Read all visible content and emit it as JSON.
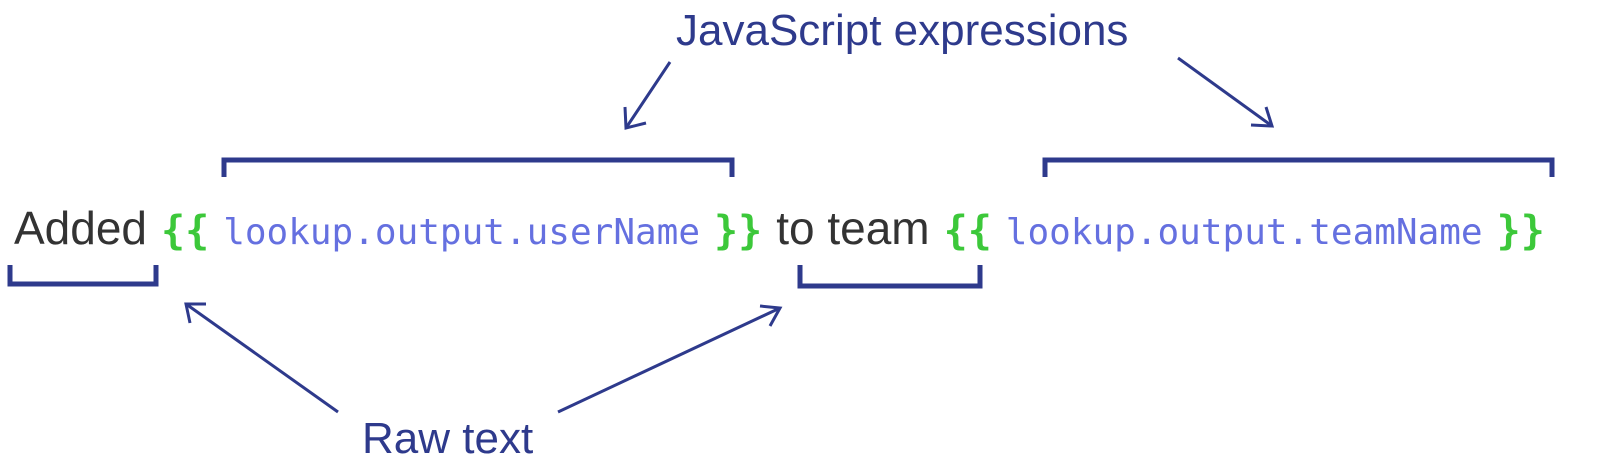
{
  "labels": {
    "top": "JavaScript expressions",
    "bottom": "Raw text"
  },
  "template": {
    "raw_1": "Added",
    "open_1": "{{",
    "expr_1": "lookup.output.userName",
    "close_1": "}}",
    "raw_2": "to team",
    "open_2": "{{",
    "expr_2": "lookup.output.teamName",
    "close_2": "}}"
  },
  "colors": {
    "annotation": "#2e3a8c",
    "raw_text": "#333333",
    "brace": "#3cc83a",
    "expression": "#6570e0"
  }
}
